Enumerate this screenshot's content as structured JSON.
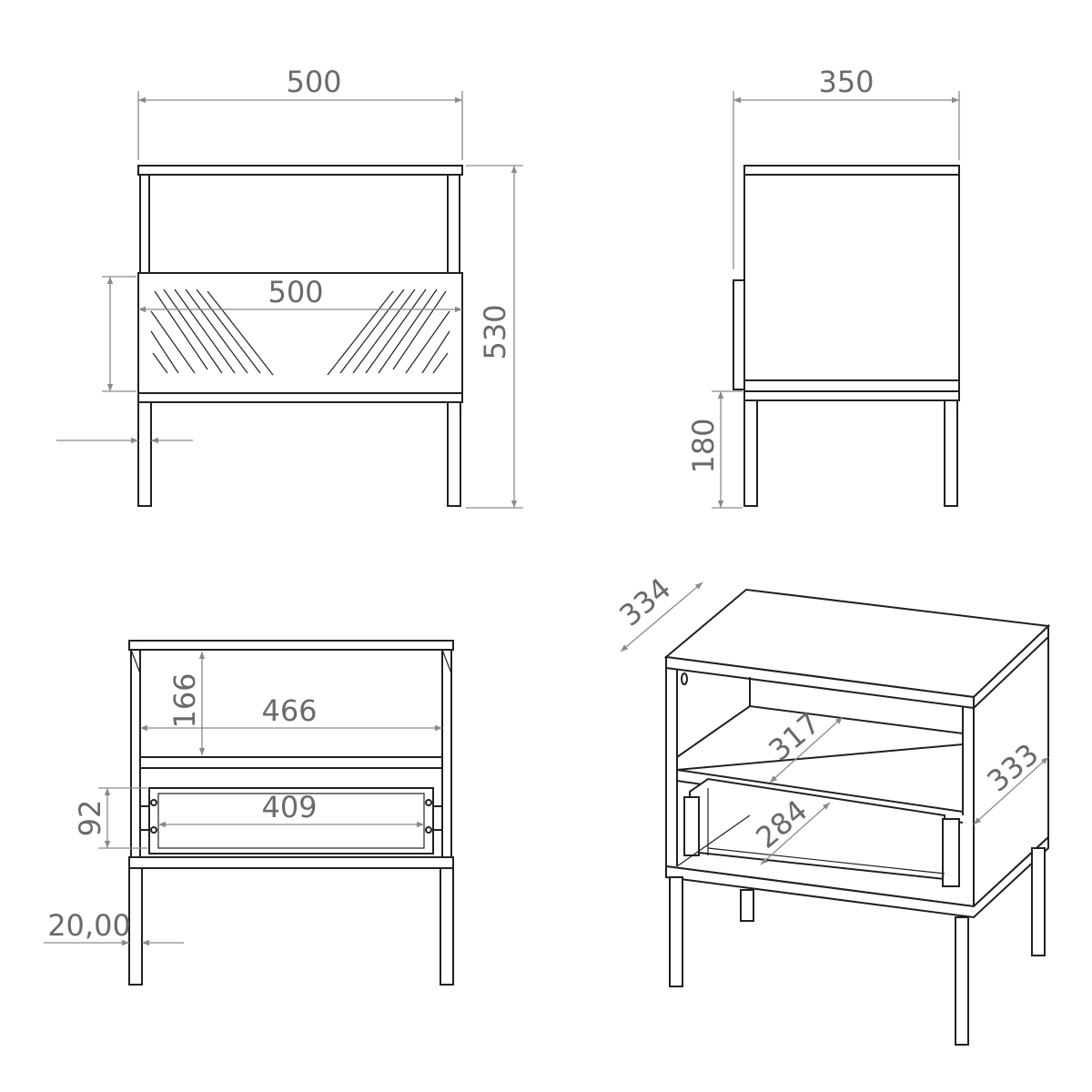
{
  "views": {
    "front": {
      "width": "500",
      "height": "530",
      "drawer_front_width": "500"
    },
    "side": {
      "depth": "350",
      "leg_height": "180"
    },
    "front_open": {
      "shelf_clearance": "166",
      "inner_width": "466",
      "drawer_height": "92",
      "drawer_inner_width": "409",
      "leg_profile": "20,00"
    },
    "isometric": {
      "top_depth": "334",
      "shelf_depth": "317",
      "side_depth": "333",
      "drawer_depth": "284"
    }
  },
  "colors": {
    "line": "#231f20",
    "dimension": "#8a8a8a",
    "label": "#6a6a6a"
  }
}
